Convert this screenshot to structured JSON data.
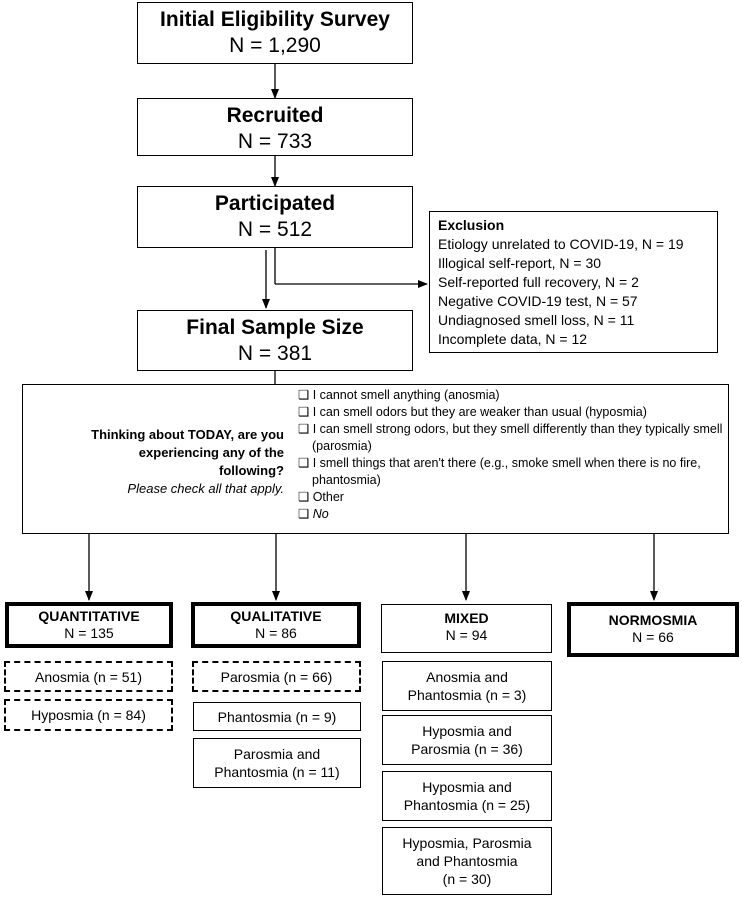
{
  "flow": [
    {
      "title": "Initial Eligibility Survey",
      "n": "N = 1,290"
    },
    {
      "title": "Recruited",
      "n": "N = 733"
    },
    {
      "title": "Participated",
      "n": "N = 512"
    },
    {
      "title": "Final Sample Size",
      "n": "N = 381"
    }
  ],
  "exclusion": {
    "title": "Exclusion",
    "items": [
      "Etiology unrelated to COVID-19, N = 19",
      "Illogical self-report, N = 30",
      "Self-reported full recovery, N = 2",
      "Negative COVID-19 test, N = 57",
      "Undiagnosed smell loss, N = 11",
      "Incomplete data, N = 12"
    ]
  },
  "question": {
    "line1": "Thinking about TODAY, are you",
    "line2": "experiencing any of the",
    "line3": "following?",
    "instruction": "Please check all that apply.",
    "checkbox_symbol": "❑",
    "options": [
      "I cannot smell anything (anosmia)",
      "I can smell odors but they are weaker than usual (hyposmia)",
      "I can smell strong odors, but they smell differently than they typically smell (parosmia)",
      "I smell things that aren't there (e.g., smoke smell when there is no fire, phantosmia)",
      "Other",
      "No"
    ]
  },
  "categories": [
    {
      "title": "QUANTITATIVE",
      "n": "N = 135",
      "subs": [
        "Anosmia (n = 51)",
        "Hyposmia (n = 84)"
      ]
    },
    {
      "title": "QUALITATIVE",
      "n": "N = 86",
      "subs": [
        "Parosmia (n = 66)",
        "Phantosmia (n = 9)",
        "Parosmia and",
        "Phantosmia (n = 11)"
      ]
    },
    {
      "title": "MIXED",
      "n": "N = 94",
      "subs": [
        "Anosmia and",
        "Phantosmia (n = 3)",
        "Hyposmia and",
        "Parosmia (n = 36)",
        "Hyposmia and",
        "Phantosmia (n = 25)",
        "Hyposmia, Parosmia",
        "and Phantosmia",
        "(n = 30)"
      ]
    },
    {
      "title": "NORMOSMIA",
      "n": "N = 66",
      "subs": []
    }
  ]
}
